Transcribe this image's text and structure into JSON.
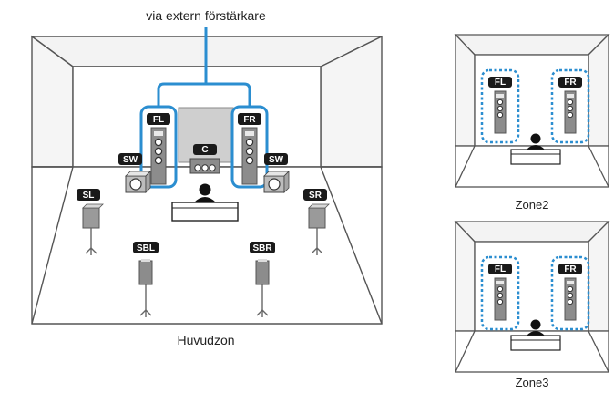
{
  "caption_top": "via extern förstärkare",
  "main_zone": {
    "label": "Huvudzon",
    "speakers": {
      "fl": "FL",
      "fr": "FR",
      "c": "C",
      "sw_left": "SW",
      "sw_right": "SW",
      "sl": "SL",
      "sr": "SR",
      "sbl": "SBL",
      "sbr": "SBR"
    }
  },
  "zone2": {
    "label": "Zone2",
    "fl": "FL",
    "fr": "FR"
  },
  "zone3": {
    "label": "Zone3",
    "fl": "FL",
    "fr": "FR"
  },
  "colors": {
    "highlight_blue": "#2b8ed0",
    "badge": "#1a1a1a",
    "wall_line": "#555555",
    "screen_gray": "#cfcfcf"
  }
}
